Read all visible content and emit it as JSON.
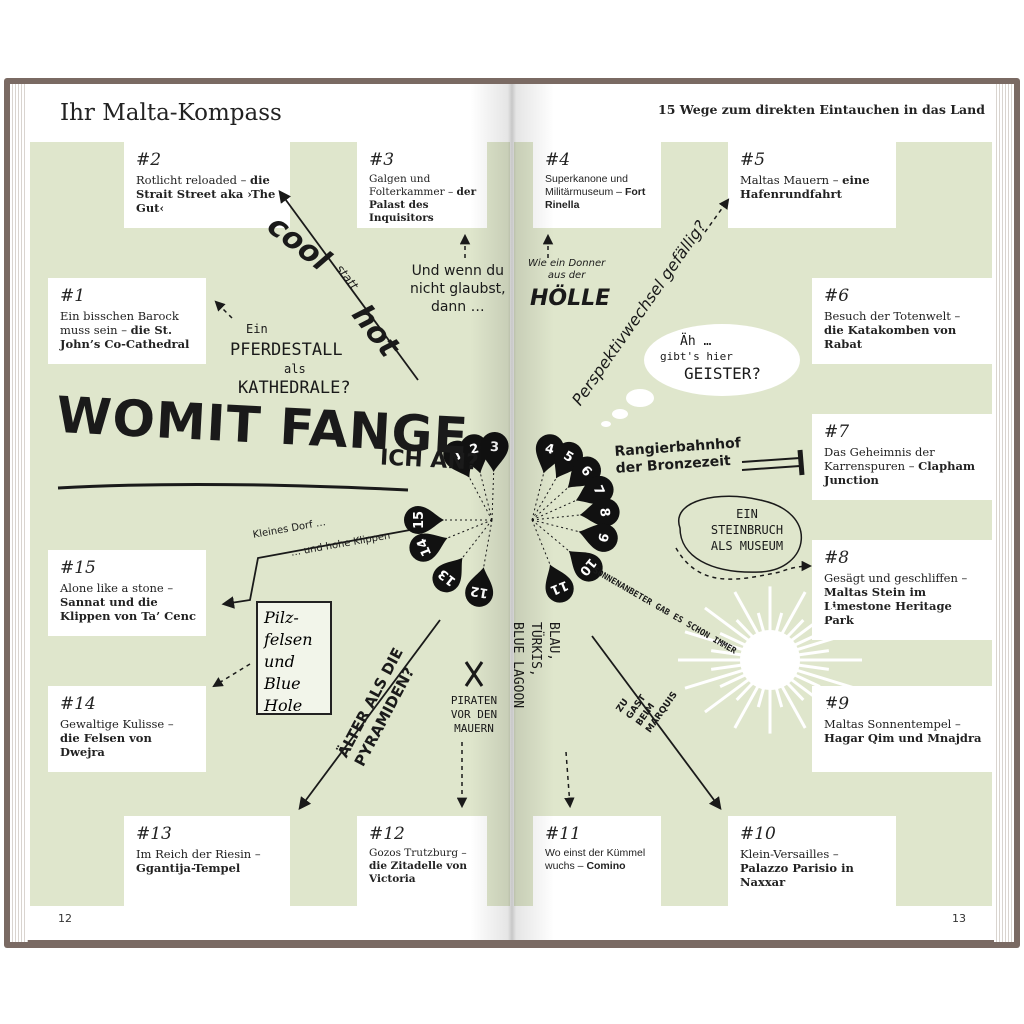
{
  "header": {
    "title": "Ihr Malta-Kompass",
    "subtitle": "15 Wege zum direkten Eintauchen in das Land"
  },
  "page_numbers": {
    "left": "12",
    "right": "13"
  },
  "cards": {
    "c1": {
      "num": "#1",
      "plain": "Ein bisschen Barock muss sein – ",
      "bold": "die St. John’s Co-Cathedral"
    },
    "c2": {
      "num": "#2",
      "plain": "Rotlicht reloaded – ",
      "bold": "die Strait Street aka ›The Gut‹"
    },
    "c3": {
      "num": "#3",
      "plain": "Galgen und Folterkammer – ",
      "bold": "der Palast des Inquisitors"
    },
    "c4": {
      "num": "#4",
      "plain": "Superkanone und Militärmuseum – ",
      "bold": "Fort Rinella"
    },
    "c5": {
      "num": "#5",
      "plain": "Maltas Mauern – ",
      "bold": "eine Hafenrundfahrt"
    },
    "c6": {
      "num": "#6",
      "plain": "Besuch der Totenwelt – ",
      "bold": "die Katakomben von Rabat"
    },
    "c7": {
      "num": "#7",
      "plain": "Das Geheimnis der Karrenspuren – ",
      "bold": "Clapham Junction"
    },
    "c8": {
      "num": "#8",
      "plain": "Gesägt und geschliffen – ",
      "bold": "Maltas Stein im Limestone Heritage Park"
    },
    "c9": {
      "num": "#9",
      "plain": "Maltas Sonnentempel – ",
      "bold": "Hagar Qim und Mnajdra"
    },
    "c10": {
      "num": "#10",
      "plain": "Klein-Versailles – ",
      "bold": "Palazzo Parisio in Naxxar"
    },
    "c11": {
      "num": "#11",
      "plain": "Wo einst der Kümmel wuchs – ",
      "bold": "Comino"
    },
    "c12": {
      "num": "#12",
      "plain": "Gozos Trutzburg – ",
      "bold": "die Zitadelle von Victoria"
    },
    "c13": {
      "num": "#13",
      "plain": "Im Reich der Riesin – ",
      "bold": "Ggantija-Tempel"
    },
    "c14": {
      "num": "#14",
      "plain": "Gewaltige Kulisse – ",
      "bold": "die Felsen von Dwejra"
    },
    "c15": {
      "num": "#15",
      "plain": "Alone like a stone – ",
      "bold": "Sannat und die Klippen von Ta’ Cenc"
    }
  },
  "compass_pins": [
    "1",
    "2",
    "3",
    "4",
    "5",
    "6",
    "7",
    "8",
    "9",
    "10",
    "11",
    "12",
    "13",
    "14",
    "15"
  ],
  "decorations": {
    "womit": "WOMIT FANGE",
    "ich_an": "ICH AN?",
    "cool": "cool",
    "statt": "statt",
    "hot": "hot",
    "ein": "Ein",
    "pferdestall": "PFERDESTALL",
    "als": "als",
    "kathedrale": "KATHEDRALE?",
    "und_wenn_1": "Und wenn du",
    "und_wenn_2": "nicht glaubst,",
    "und_wenn_3": "dann …",
    "donner_1": "Wie ein Donner",
    "donner_2": "aus der",
    "hoelle": "HÖLLE",
    "perspektiv": "Perspektivwechsel gefällig?",
    "aeh": "Äh …",
    "gibts": "gibt's hier",
    "geister": "GEISTER?",
    "rangier_1": "Rangierbahnhof",
    "rangier_2": "der Bronzezeit",
    "steinbruch_1": "EIN",
    "steinbruch_2": "STEINBRUCH",
    "steinbruch_3": "ALS MUSEUM",
    "sonnenanbeter": "SONNENANBETER GAB ES SCHON IMMER",
    "kleines_dorf": "Kleines Dorf …",
    "hohe_klippen": "… und hohe Klippen",
    "pilz": "Pilz-\nfelsen\nund\nBlue\nHole",
    "aelter_1": "ÄLTER ALS DIE",
    "aelter_2": "PYRAMIDEN?",
    "piraten_1": "PIRATEN",
    "piraten_2": "VOR DEN",
    "piraten_3": "MAUERN",
    "blau_1": "BLAU,",
    "blau_2": "TÜRKIS,",
    "blau_3": "BLUE LAGOON",
    "gast_1": "ZU",
    "gast_2": "GAST",
    "gast_3": "BEIM",
    "gast_4": "MARQUIS"
  },
  "colors": {
    "green_bg": "#dfe6cc",
    "ink": "#1a1a1a",
    "cover": "#7a6a63"
  }
}
